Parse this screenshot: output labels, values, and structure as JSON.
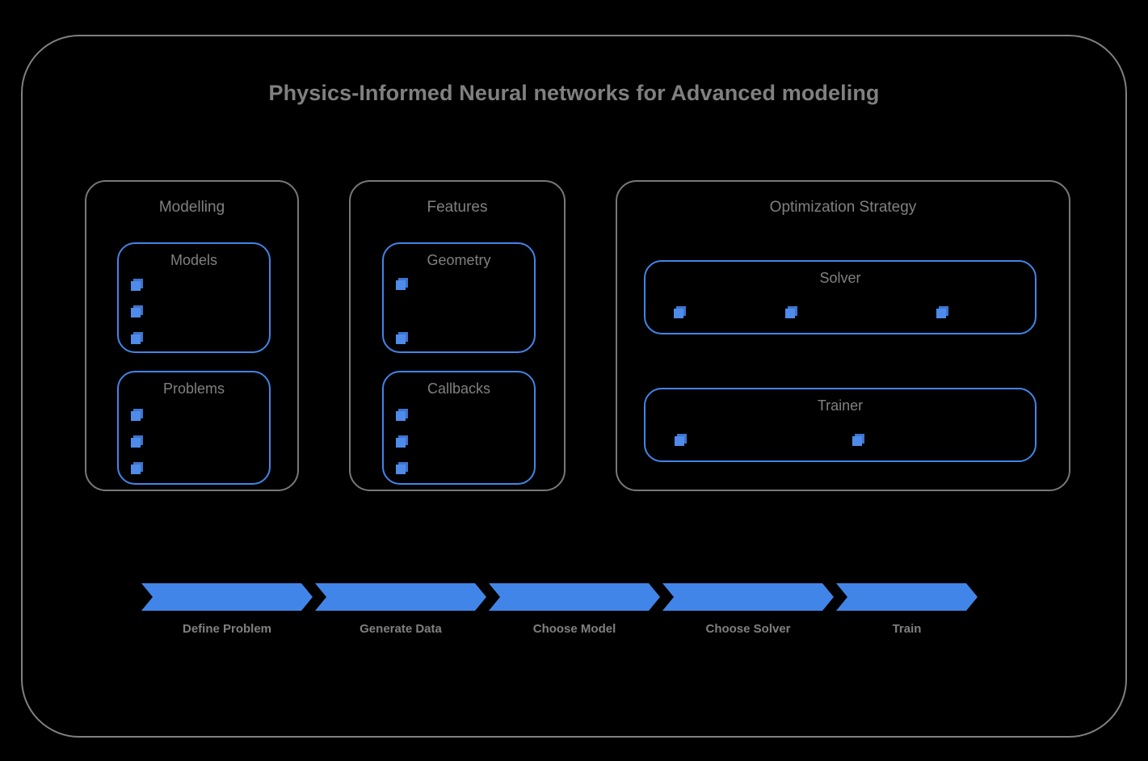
{
  "diagram": {
    "title": "Physics-Informed Neural networks for Advanced modeling",
    "colors": {
      "background": "#000000",
      "outer_border": "#808080",
      "group_border": "#787878",
      "accent_blue": "#4285E8",
      "cube_blue": "#4E8BEA",
      "cube_shadow": "#3E74CC",
      "text_gray": "#808080"
    },
    "groups": [
      {
        "name": "modelling",
        "title": "Modelling",
        "panels": [
          {
            "name": "models",
            "title": "Models",
            "bullet_count": 3
          },
          {
            "name": "problems",
            "title": "Problems",
            "bullet_count": 3
          }
        ]
      },
      {
        "name": "features",
        "title": "Features",
        "panels": [
          {
            "name": "geometry",
            "title": "Geometry",
            "bullet_count": 2
          },
          {
            "name": "callbacks",
            "title": "Callbacks",
            "bullet_count": 3
          }
        ]
      },
      {
        "name": "optimization",
        "title": "Optimization Strategy",
        "panels": [
          {
            "name": "solver",
            "title": "Solver",
            "bullet_count": 3
          },
          {
            "name": "trainer",
            "title": "Trainer",
            "bullet_count": 2
          }
        ]
      }
    ],
    "pipeline": {
      "steps": [
        {
          "label": "Define Problem"
        },
        {
          "label": "Generate Data"
        },
        {
          "label": "Choose Model"
        },
        {
          "label": "Choose Solver"
        },
        {
          "label": "Train"
        }
      ]
    }
  }
}
